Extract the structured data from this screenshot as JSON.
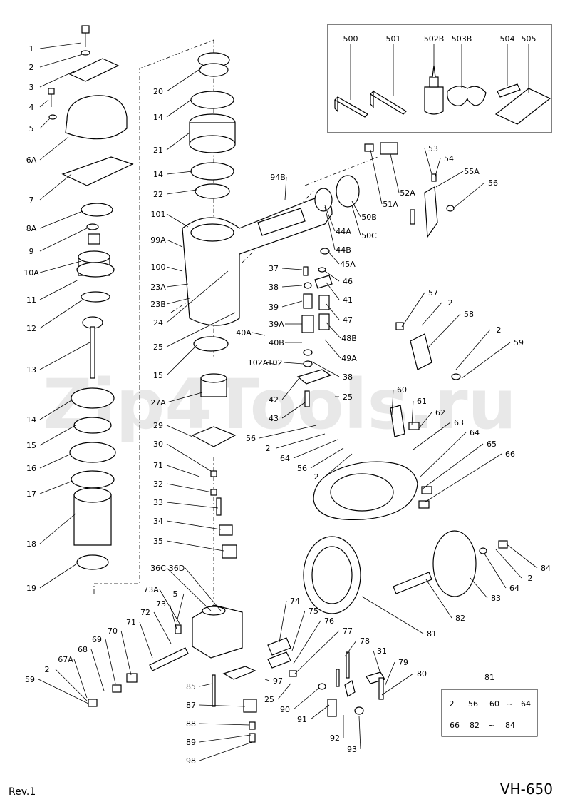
{
  "document": {
    "revision": "Rev.1",
    "model": "VH-650",
    "watermark": "Zip4Tools.ru"
  },
  "accessory_box": {
    "labels": [
      "500",
      "501",
      "502B",
      "503B",
      "504",
      "505"
    ]
  },
  "kit_box": {
    "title": "81",
    "row1": [
      "2",
      "56",
      "60",
      "~",
      "64"
    ],
    "row2": [
      "66",
      "82",
      "~",
      "84"
    ]
  },
  "callouts": {
    "left": [
      "1",
      "2",
      "3",
      "4",
      "5",
      "6A",
      "7",
      "8A",
      "9",
      "10A",
      "11",
      "12",
      "13",
      "14",
      "15",
      "16",
      "17",
      "18",
      "19"
    ],
    "center": [
      "20",
      "14",
      "21",
      "14",
      "22",
      "101",
      "99A",
      "100",
      "23A",
      "23B",
      "24",
      "25",
      "15",
      "27A",
      "29",
      "30",
      "71",
      "32",
      "33",
      "34",
      "35",
      "36C",
      "36D",
      "73A",
      "5",
      "73",
      "72",
      "71",
      "70",
      "69",
      "68",
      "67A",
      "2",
      "59"
    ],
    "right": [
      "94B",
      "51A",
      "52A",
      "53",
      "54",
      "55A",
      "56",
      "50B",
      "50C",
      "44A",
      "44B",
      "45A",
      "46",
      "41",
      "47",
      "48B",
      "49A",
      "37",
      "38",
      "39",
      "40A",
      "39A",
      "40B",
      "102A",
      "102",
      "38",
      "42",
      "25",
      "43",
      "57",
      "2",
      "58",
      "2",
      "59",
      "60",
      "61",
      "62",
      "63",
      "64",
      "65",
      "66",
      "56",
      "2",
      "64",
      "56",
      "2",
      "84",
      "2",
      "64",
      "83",
      "82",
      "81",
      "74",
      "75",
      "76",
      "77",
      "78",
      "31",
      "79",
      "80",
      "97",
      "25",
      "90",
      "91",
      "92",
      "93",
      "85",
      "87",
      "88",
      "89",
      "98"
    ]
  }
}
